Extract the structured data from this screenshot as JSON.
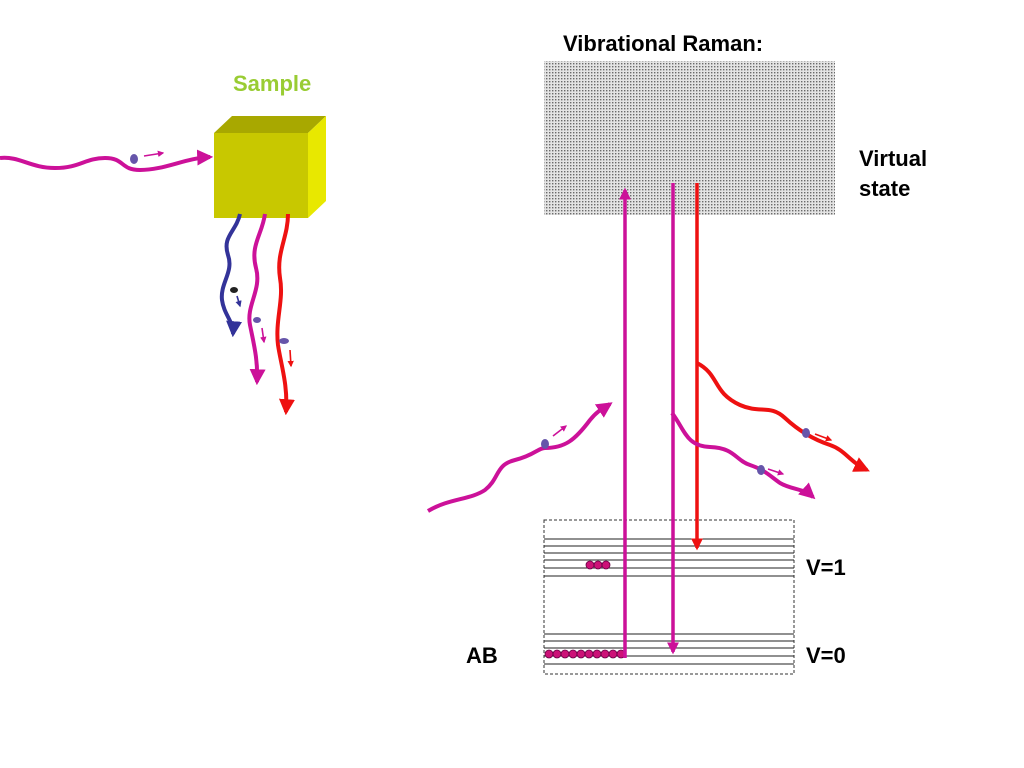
{
  "title": "Vibrational Raman:",
  "sample_label": "Sample",
  "virtual_state_label": [
    "Virtual",
    "state"
  ],
  "level_labels": {
    "v1": "V=1",
    "v0": "V=0"
  },
  "molecule_label": "AB",
  "molecules": {
    "v1_count": 3,
    "v0_count": 10
  },
  "colors": {
    "incident": "#cc1199",
    "rayleigh": "#cc1199",
    "stokes": "#ee1111",
    "anti_stokes": "#333399",
    "cube_front": "#c8c800",
    "cube_top": "#a8a800",
    "cube_side": "#e8e800",
    "sample_label": "#99cc33",
    "virtual_state_fill": "#c8c8c8",
    "molecule": "#cc1177",
    "photon_dot": "#6655aa"
  }
}
